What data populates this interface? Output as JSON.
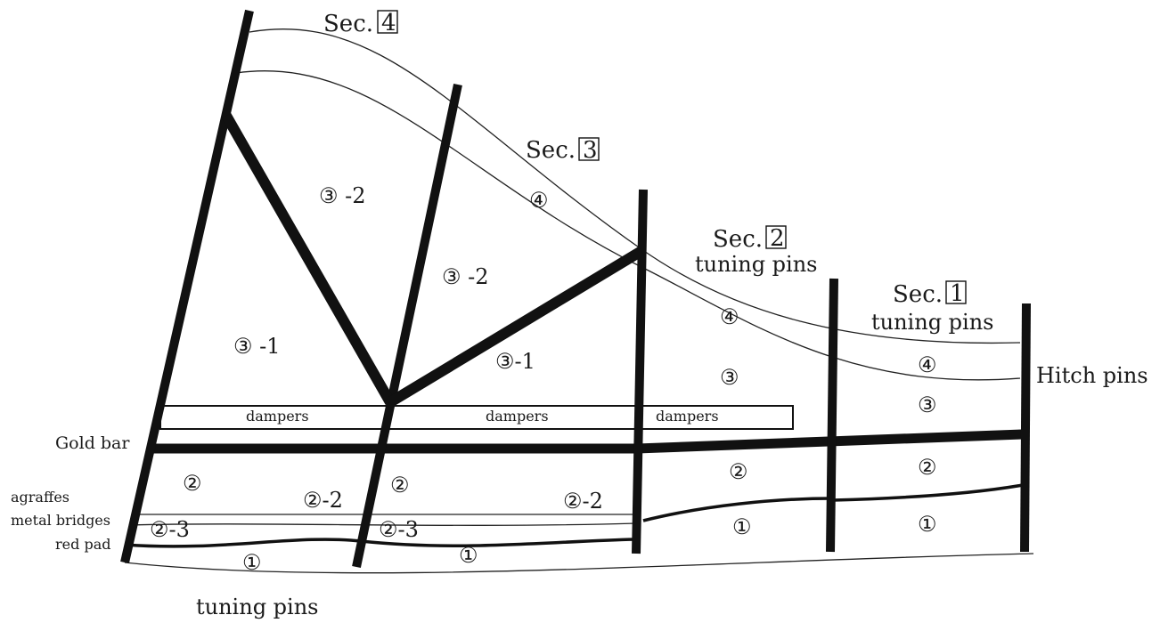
{
  "sections": {
    "sec4": {
      "prefix": "Sec.",
      "num": "4"
    },
    "sec3": {
      "prefix": "Sec.",
      "num": "3"
    },
    "sec2": {
      "prefix": "Sec.",
      "num": "2",
      "sub": "tuning pins"
    },
    "sec1": {
      "prefix": "Sec.",
      "num": "1",
      "sub": "tuning pins"
    }
  },
  "labels": {
    "hitch_pins": "Hitch pins",
    "gold_bar": "Gold bar",
    "agraffes": "agraffes",
    "metal_bridges": "metal bridges",
    "red_pad": "red pad",
    "tuning_pins_bottom": "tuning pins",
    "dampers": "dampers"
  },
  "regions": {
    "r3_2a": "③ -2",
    "r3_2b": "③ -2",
    "r3_1a": "③ -1",
    "r3_1b": "③-1",
    "r4a": "④",
    "r4b": "④",
    "r4c": "④",
    "r3a": "③",
    "r3b": "③",
    "r2a": "②",
    "r2b": "②",
    "r2c": "②",
    "r2d": "②",
    "r2_2a": "②-2",
    "r2_2b": "②-2",
    "r2_3a": "②-3",
    "r2_3b": "②-3",
    "r1a": "①",
    "r1b": "①",
    "r1c": "①",
    "r1d": "①"
  }
}
